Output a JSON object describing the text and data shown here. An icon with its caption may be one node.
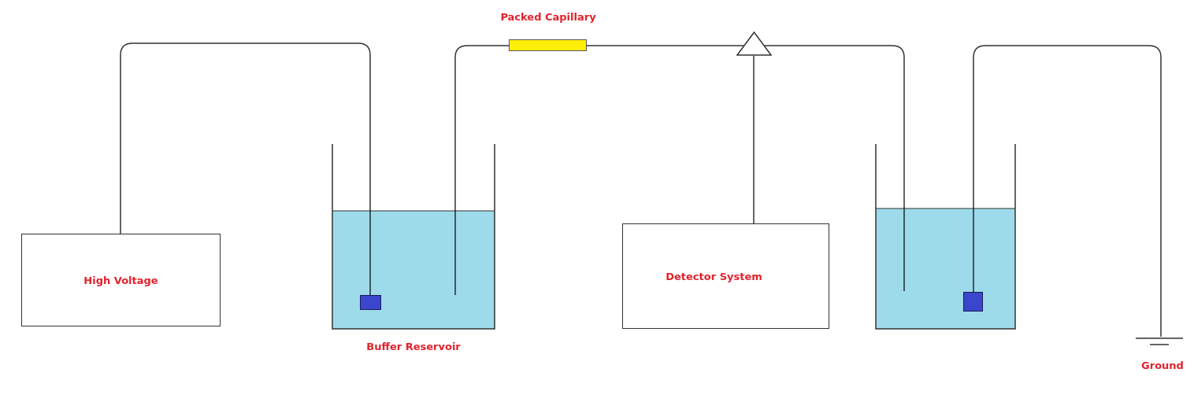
{
  "diagram": {
    "nodes": [
      {
        "text": [
          "High Voltage"
        ]
      },
      {
        "text": [
          "Buffer Reservoir"
        ]
      },
      {
        "text": [],
        "shape": "box",
        "in": 1
      },
      {
        "text": [
          "Packed Capillary"
        ]
      },
      {
        "text": [],
        "shape": "triangle"
      },
      {
        "text": [
          "Detector System"
        ]
      },
      {
        "text": [],
        "shape": "beaker"
      },
      {
        "text": [],
        "shape": "box",
        "in": 6
      },
      {
        "text": [
          "Ground"
        ]
      }
    ],
    "edges": [
      {
        "from": 0,
        "to": 2,
        "arrow": "none"
      },
      {
        "from": 1,
        "to": 3,
        "arrow": "none"
      },
      {
        "from": 3,
        "to": 4,
        "arrow": "none"
      },
      {
        "from": 4,
        "to": 6,
        "arrow": "none"
      },
      {
        "from": 5,
        "to": 4,
        "arrow": "none"
      },
      {
        "from": 7,
        "to": 8,
        "arrow": "none"
      }
    ]
  }
}
